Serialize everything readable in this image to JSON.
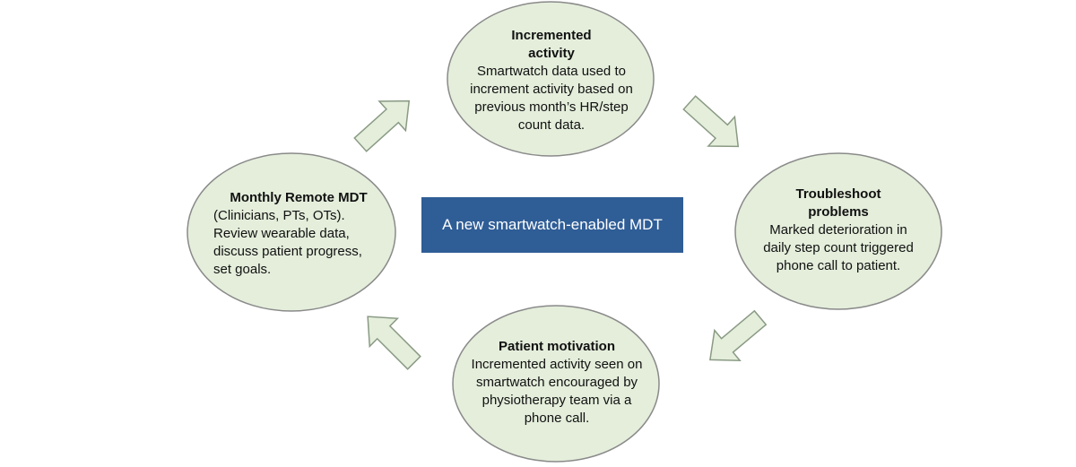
{
  "colors": {
    "ellipse_fill": "#e4eedb",
    "ellipse_stroke": "#8a8a8a",
    "arrow_fill": "#e4eedb",
    "arrow_stroke": "#8a9a84",
    "center_fill": "#2f5d96",
    "center_text": "#ffffff"
  },
  "center": {
    "text": "A new smartwatch-enabled MDT"
  },
  "nodes": {
    "top": {
      "title": "Incremented activity",
      "body": "Smartwatch data used to increment activity based on previous month’s HR/step count data."
    },
    "right": {
      "title": "Troubleshoot problems",
      "body": "Marked deterioration in daily step count triggered phone call to patient."
    },
    "bottom": {
      "title": "Patient motivation",
      "body": "Incremented activity seen on smartwatch encouraged by physiotherapy team via a phone call."
    },
    "left": {
      "title": "Monthly Remote MDT",
      "body": "(Clinicians, PTs, OTs). Review wearable data, discuss patient progress, set goals."
    }
  }
}
